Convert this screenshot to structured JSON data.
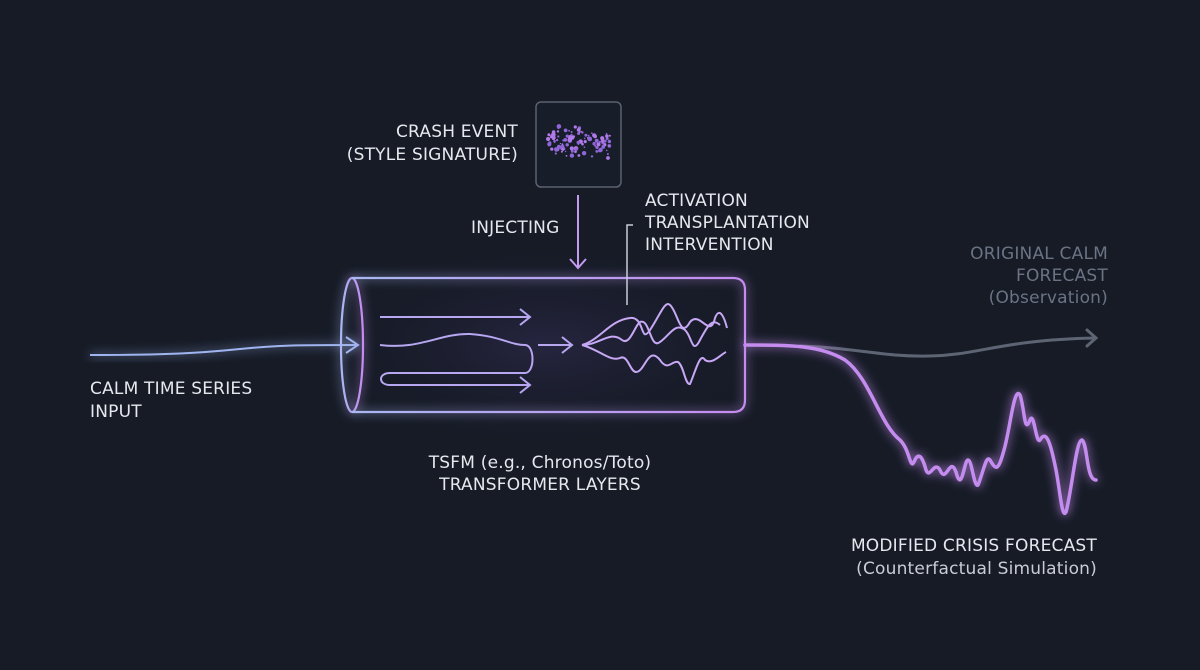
{
  "labels": {
    "input": [
      "CALM TIME SERIES",
      "INPUT"
    ],
    "crash_event": [
      "CRASH EVENT",
      "(STYLE SIGNATURE)"
    ],
    "injecting": "INJECTING",
    "intervention": [
      "ACTIVATION",
      "TRANSPLANTATION",
      "INTERVENTION"
    ],
    "model": [
      "TSFM (e.g., Chronos/Toto)",
      "TRANSFORMER LAYERS"
    ],
    "original_forecast": [
      "ORIGINAL CALM",
      "FORECAST",
      "(Observation)"
    ],
    "modified_forecast": [
      "MODIFIED CRISIS FORECAST",
      "(Counterfactual Simulation)"
    ]
  },
  "colors": {
    "background": "#161b26",
    "input_blue": "#9fb4f0",
    "accent_purple": "#c58cf0",
    "muted_gray": "#5d6473"
  }
}
